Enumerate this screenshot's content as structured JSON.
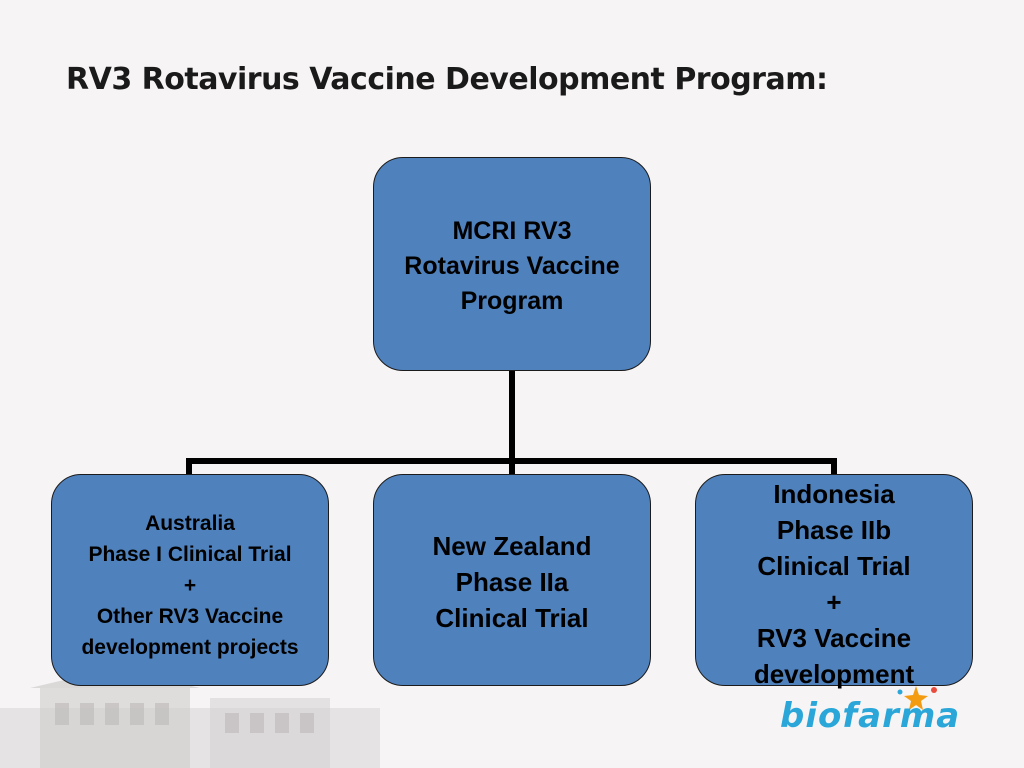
{
  "slide": {
    "title": "RV3 Rotavirus Vaccine Development Program:"
  },
  "diagram": {
    "root": {
      "lines": [
        "MCRI RV3",
        "Rotavirus Vaccine",
        "Program"
      ]
    },
    "children": [
      {
        "id": "australia",
        "lines": [
          "Australia",
          "Phase I Clinical Trial",
          "+",
          "Other RV3 Vaccine",
          "development projects"
        ]
      },
      {
        "id": "new-zealand",
        "lines": [
          "New Zealand",
          "Phase IIa",
          "Clinical Trial"
        ]
      },
      {
        "id": "indonesia",
        "lines": [
          "Indonesia",
          "Phase IIb",
          "Clinical Trial",
          "+",
          "RV3 Vaccine",
          "development"
        ]
      }
    ]
  },
  "logo": {
    "text": "biofarma",
    "accent_colors": [
      "#f39c12",
      "#2aa7d8",
      "#e74c3c"
    ]
  },
  "colors": {
    "node_fill": "#4f81bd",
    "node_border": "#1b1b1b",
    "connector": "#000000",
    "background": "#f7f4f6"
  }
}
